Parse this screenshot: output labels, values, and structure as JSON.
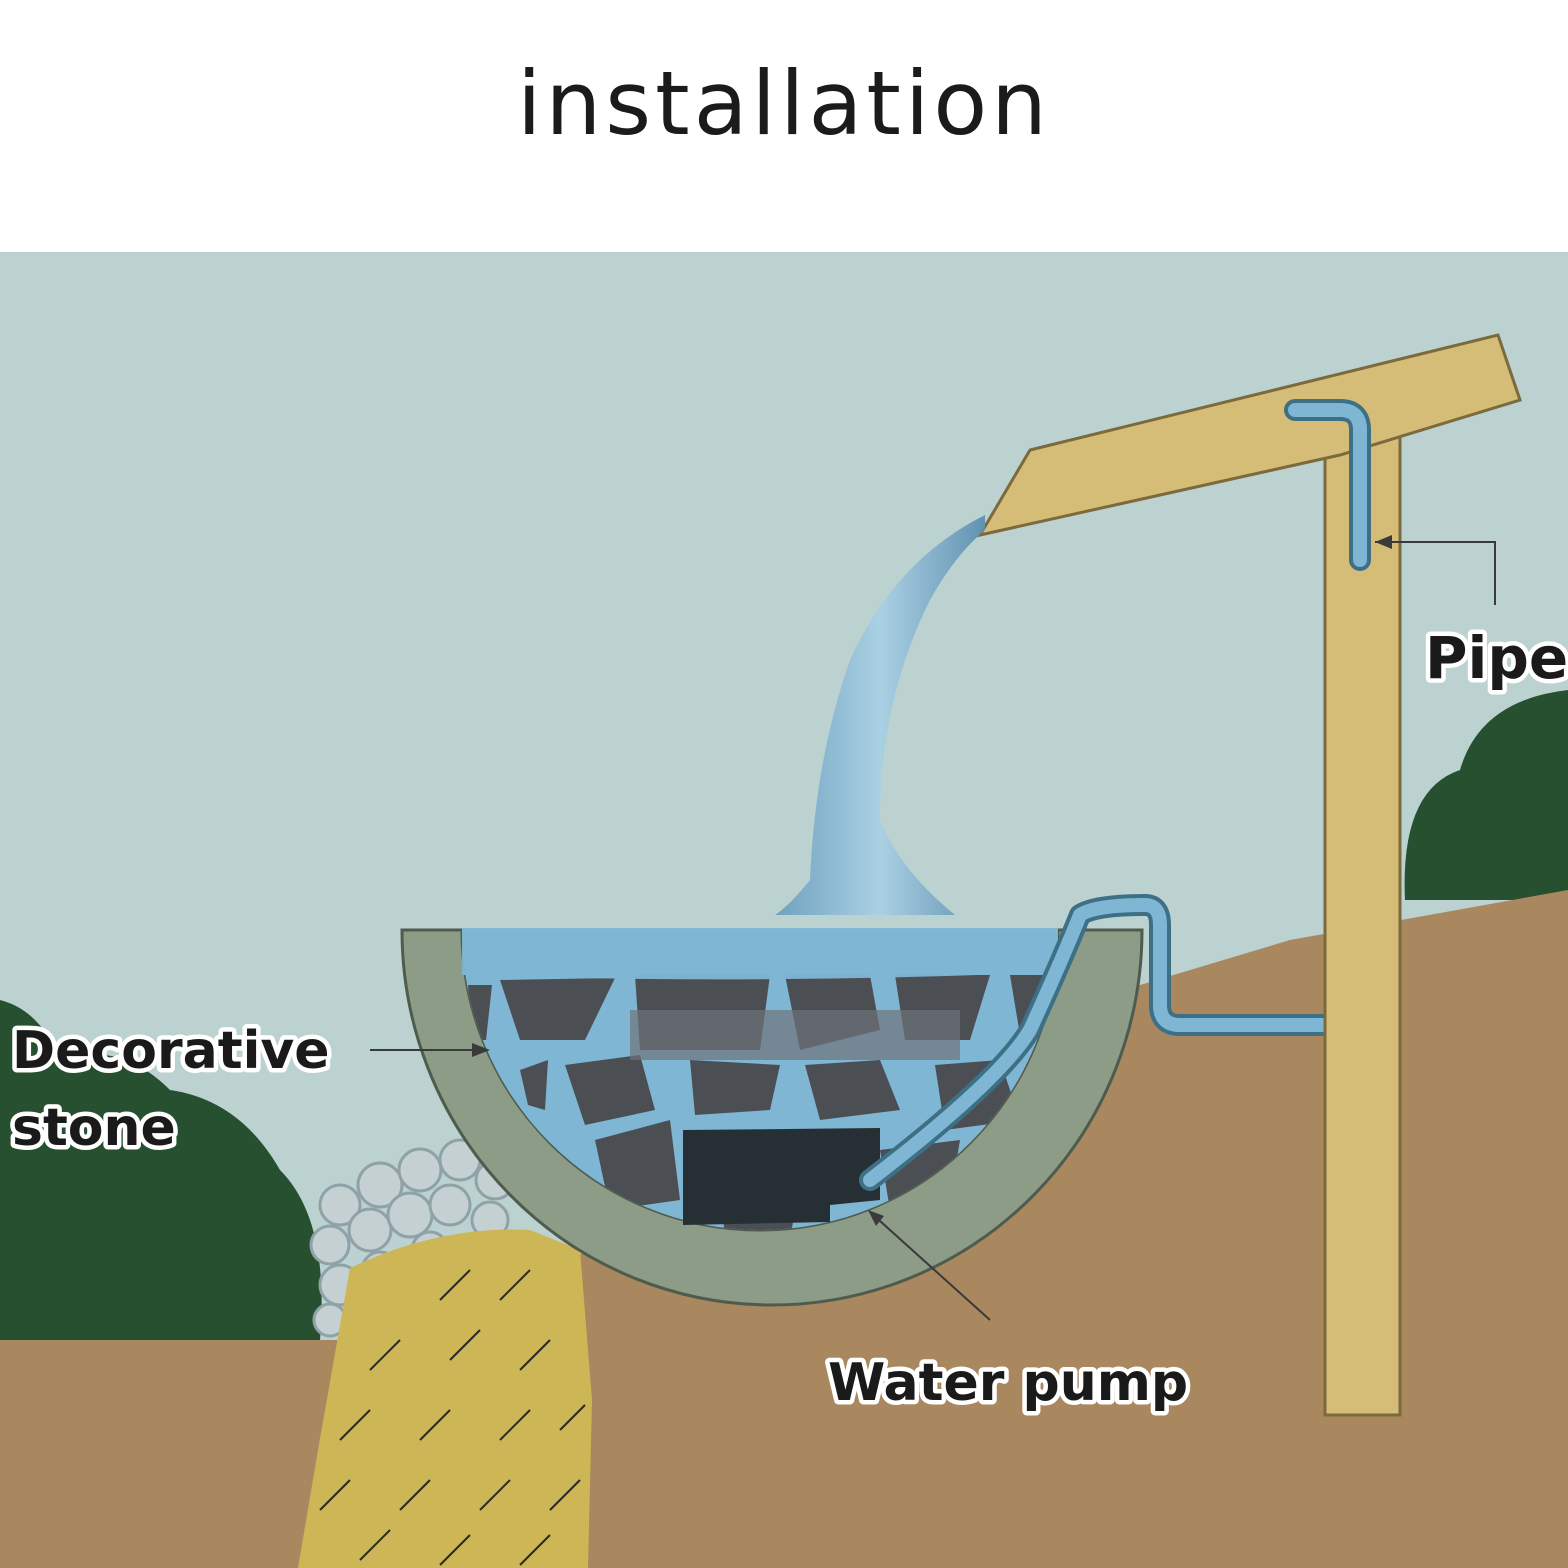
{
  "title": "installation",
  "labels": {
    "pipe": "Pipe",
    "decorative_stone_line1": "Decorative",
    "decorative_stone_line2": "stone",
    "water_pump": "Water pump"
  },
  "colors": {
    "sky": "#bcd2d1",
    "soil": "#a9885f",
    "grass_hill": "#26502f",
    "wood": "#d5bd78",
    "bowl": "#8c9c87",
    "water": "#7fb6d4",
    "stone": "#4b4f53",
    "pump": "#263034",
    "gravel_base": "#cdb655"
  }
}
